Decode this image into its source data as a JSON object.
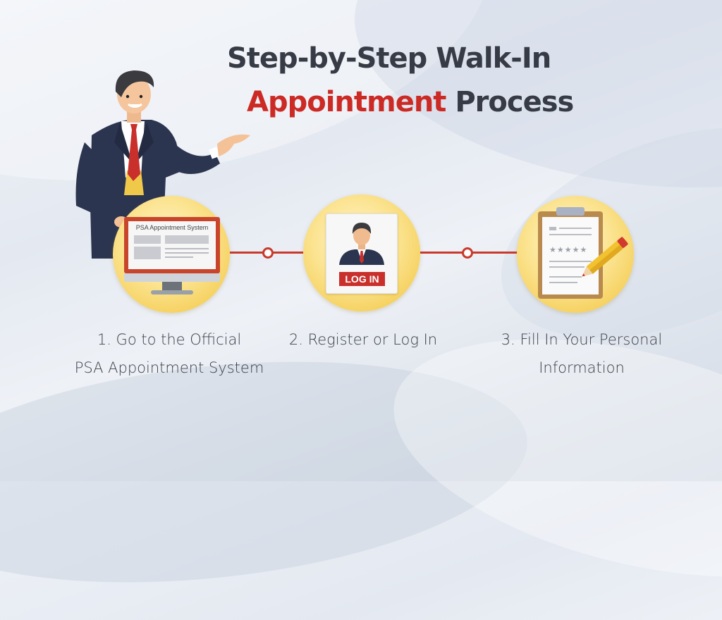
{
  "title": {
    "line1": "Step-by-Step Walk-In",
    "line2_accent": "Appointment",
    "line2_rest": " Process"
  },
  "colors": {
    "accent": "#cc2a24",
    "text": "#363b45",
    "circle": "#f4cc52",
    "connector": "#c83a2c",
    "suit": "#2c3550"
  },
  "steps": [
    {
      "number": "1",
      "label_line1": "1. Go to the Official",
      "label_line2": "PSA Appointment System",
      "icon": "computer-monitor-icon",
      "screen_title": "PSA Appointment System"
    },
    {
      "number": "2",
      "label_line1": "2. Register or Log In",
      "label_line2": "",
      "icon": "user-login-icon",
      "button_label": "LOG IN"
    },
    {
      "number": "3",
      "label_line1": "3. Fill In Your Personal",
      "label_line2": "Information",
      "icon": "clipboard-pencil-icon",
      "stars": "★★★★★"
    }
  ]
}
